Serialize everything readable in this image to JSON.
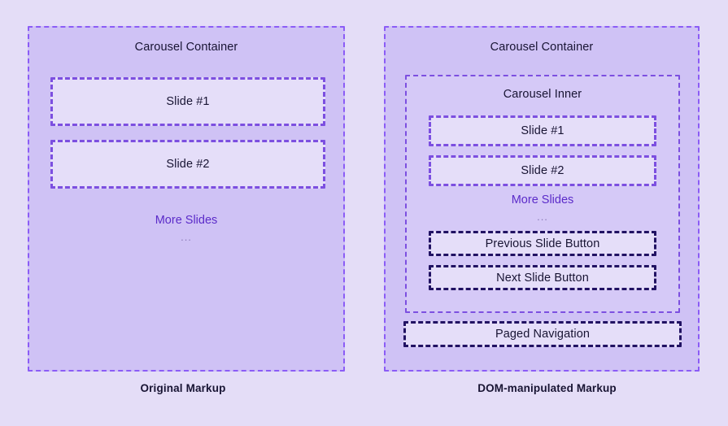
{
  "colors": {
    "page_background": "#E4DDF7",
    "container_fill": "#CFC2F5",
    "inner_fill": "#D5C9F7",
    "box_fill": "#E5DEF9",
    "container_border": "#8B5CF6",
    "slide_border": "#7C4FE0",
    "button_border": "#211263",
    "text_dark": "#181433",
    "text_purple": "#5B2BC9",
    "text_muted": "#8A7AB5"
  },
  "panels": [
    {
      "id": "original",
      "caption": "Original Markup",
      "container": {
        "title": "Carousel Container",
        "slides": [
          {
            "label": "Slide #1"
          },
          {
            "label": "Slide #2"
          }
        ],
        "more_slides": {
          "label": "More Slides",
          "ellipsis": "..."
        }
      }
    },
    {
      "id": "dom-manipulated",
      "caption": "DOM-manipulated Markup",
      "container": {
        "title": "Carousel Container",
        "inner": {
          "title": "Carousel Inner",
          "slides": [
            {
              "label": "Slide #1"
            },
            {
              "label": "Slide #2"
            }
          ],
          "more_slides": {
            "label": "More Slides",
            "ellipsis": "..."
          },
          "buttons": [
            {
              "label": "Previous Slide Button"
            },
            {
              "label": "Next Slide Button"
            }
          ]
        },
        "paged_navigation": {
          "label": "Paged Navigation"
        }
      }
    }
  ]
}
